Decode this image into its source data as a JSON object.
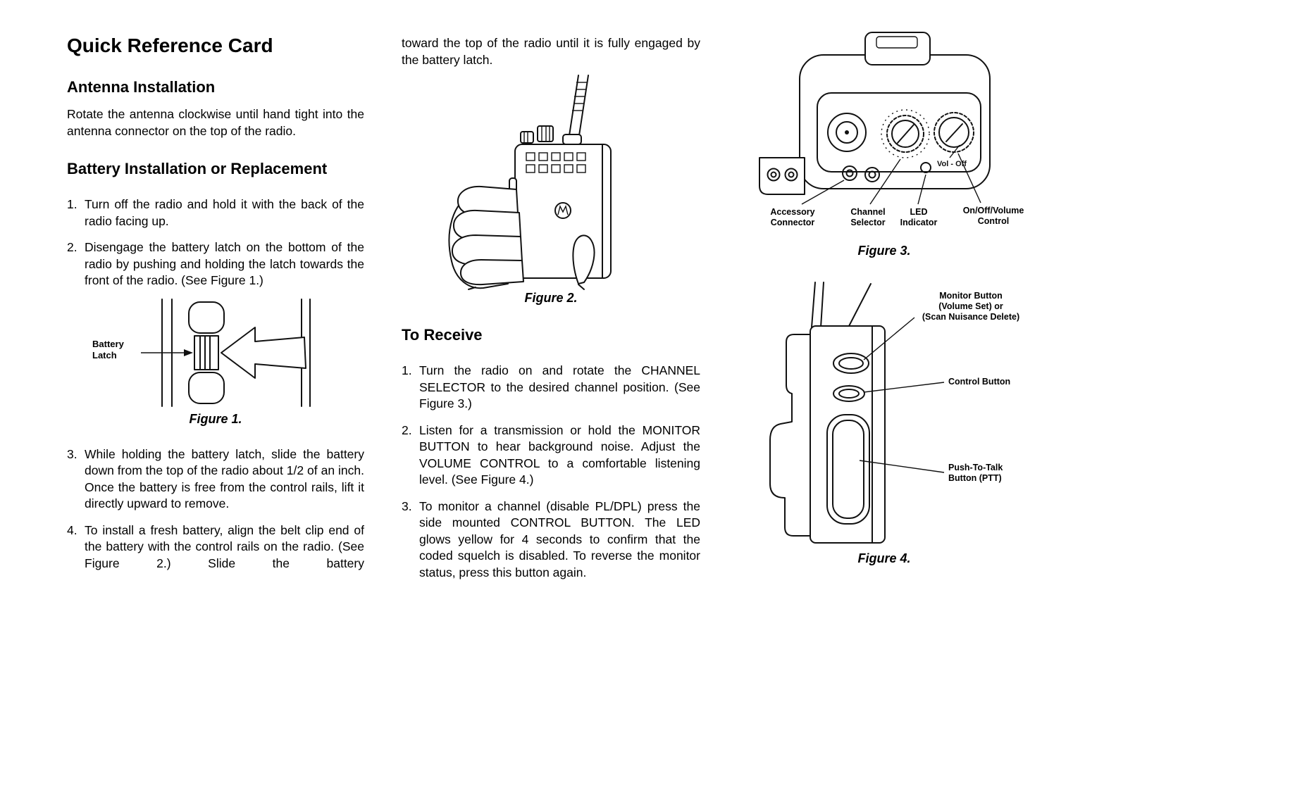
{
  "doc": {
    "title": "Quick Reference Card"
  },
  "antenna": {
    "heading": "Antenna Installation",
    "body": "Rotate the antenna clockwise until hand tight into the antenna connector on the top of the radio."
  },
  "battery": {
    "heading": "Battery Installation or Replacement",
    "steps": [
      {
        "num": "1.",
        "text": "Turn off the radio and hold it with the back of the radio facing up."
      },
      {
        "num": "2.",
        "text": "Disengage the battery latch on the bottom of the radio by pushing and holding the latch towards the front of the radio. (See Figure 1.)"
      },
      {
        "num": "3.",
        "text": "While holding the battery latch, slide the battery down from the top of the radio about 1/2 of an inch. Once the battery is free from the control rails, lift it directly upward to remove."
      },
      {
        "num": "4.",
        "text": "To install a fresh battery, align the belt clip end of the battery with the control rails on the radio. (See Figure 2.) Slide the battery"
      }
    ],
    "continuation": "toward the top of the radio until it is fully engaged by the battery latch."
  },
  "receive": {
    "heading": "To Receive",
    "steps": [
      {
        "num": "1.",
        "text": "Turn the radio on and rotate the CHANNEL SELECTOR to the desired channel position. (See Figure 3.)"
      },
      {
        "num": "2.",
        "text": "Listen for a transmission or hold the MONITOR BUTTON to hear background noise. Adjust the VOLUME CONTROL to a comfortable listening level. (See Figure 4.)"
      },
      {
        "num": "3.",
        "text": "To monitor a channel (disable PL/DPL) press the side mounted CONTROL BUTTON. The LED glows yellow for 4 seconds to confirm that the coded squelch is disabled. To reverse the monitor status, press this button again."
      }
    ]
  },
  "figure1": {
    "caption": "Figure 1.",
    "battery_latch_label": "Battery\nLatch"
  },
  "figure2": {
    "caption": "Figure 2.",
    "logo_icon": "motorola-batwing"
  },
  "figure3": {
    "caption": "Figure 3.",
    "vol_off_label": "Vol - Off",
    "accessory_label": "Accessory\nConnector",
    "channel_label": "Channel\nSelector",
    "led_label": "LED\nIndicator",
    "onoff_label": "On/Off/Volume\nControl"
  },
  "figure4": {
    "caption": "Figure 4.",
    "monitor_label": "Monitor Button\n(Volume Set) or\n(Scan Nuisance Delete)",
    "control_label": "Control Button",
    "ptt_label": "Push-To-Talk\nButton (PTT)"
  },
  "colors": {
    "text": "#000000",
    "background": "#ffffff",
    "line": "#111111"
  }
}
